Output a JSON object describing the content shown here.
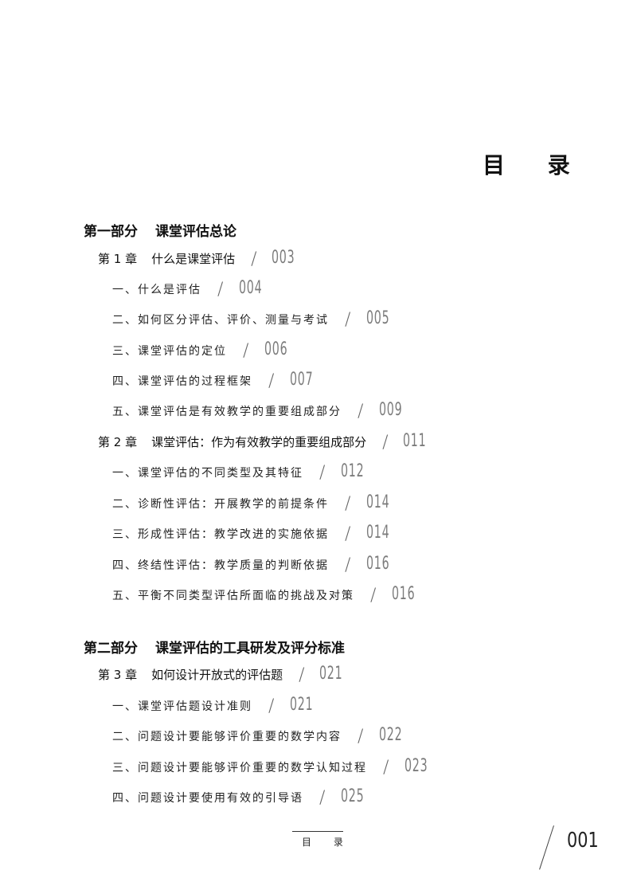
{
  "title": "目 录",
  "entries": [
    {
      "type": "part",
      "num": "第一部分",
      "text": "课堂评估总论",
      "page": ""
    },
    {
      "type": "chapter",
      "num": "第 1 章",
      "text": "什么是课堂评估",
      "page": "003"
    },
    {
      "type": "section",
      "text": "一、什么是评估",
      "page": "004"
    },
    {
      "type": "section",
      "text": "二、如何区分评估、评价、测量与考试",
      "page": "005"
    },
    {
      "type": "section",
      "text": "三、课堂评估的定位",
      "page": "006"
    },
    {
      "type": "section",
      "text": "四、课堂评估的过程框架",
      "page": "007"
    },
    {
      "type": "section",
      "text": "五、课堂评估是有效教学的重要组成部分",
      "page": "009"
    },
    {
      "type": "chapter",
      "num": "第 2 章",
      "text": "课堂评估：作为有效教学的重要组成部分",
      "page": "011"
    },
    {
      "type": "section",
      "text": "一、课堂评估的不同类型及其特征",
      "page": "012"
    },
    {
      "type": "section",
      "text": "二、诊断性评估：开展教学的前提条件",
      "page": "014"
    },
    {
      "type": "section",
      "text": "三、形成性评估：教学改进的实施依据",
      "page": "014"
    },
    {
      "type": "section",
      "text": "四、终结性评估：教学质量的判断依据",
      "page": "016"
    },
    {
      "type": "section",
      "text": "五、平衡不同类型评估所面临的挑战及对策",
      "page": "016"
    },
    {
      "type": "part",
      "num": "第二部分",
      "text": "课堂评估的工具研发及评分标准",
      "page": ""
    },
    {
      "type": "chapter",
      "num": "第 3 章",
      "text": "如何设计开放式的评估题",
      "page": "021"
    },
    {
      "type": "section",
      "text": "一、课堂评估题设计准则",
      "page": "021"
    },
    {
      "type": "section",
      "text": "二、问题设计要能够评价重要的数学内容",
      "page": "022"
    },
    {
      "type": "section",
      "text": "三、问题设计要能够评价重要的数学认知过程",
      "page": "023"
    },
    {
      "type": "section",
      "text": "四、问题设计要使用有效的引导语",
      "page": "025"
    }
  ],
  "footer": {
    "label": "目 录",
    "page_number": "001"
  }
}
